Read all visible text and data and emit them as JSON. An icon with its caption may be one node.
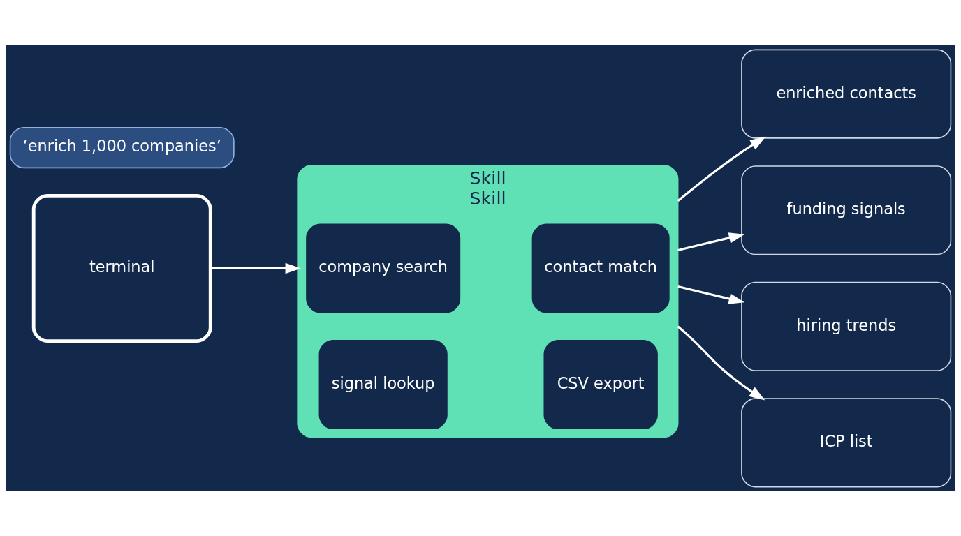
{
  "diagram": {
    "nodes": [
      {
        "text": [
          "terminal"
        ]
      },
      {
        "text": [
          "‘enrich 1,000 companies’"
        ]
      },
      {
        "text": [
          "Skill",
          "Skill"
        ]
      },
      {
        "text": [
          "company search"
        ],
        "in": 2
      },
      {
        "text": [
          "contact match"
        ],
        "in": 2
      },
      {
        "text": [
          "signal lookup"
        ],
        "in": 2
      },
      {
        "text": [
          "CSV export"
        ],
        "in": 2
      },
      {
        "text": [
          "enriched contacts"
        ]
      },
      {
        "text": [
          "funding signals"
        ]
      },
      {
        "text": [
          "hiring trends"
        ]
      },
      {
        "text": [
          "ICP list"
        ]
      }
    ],
    "edges": [
      {
        "from": 0,
        "to": 2,
        "arrow": "to"
      },
      {
        "from": 2,
        "to": 7,
        "arrow": "to"
      },
      {
        "from": 2,
        "to": 8,
        "arrow": "to"
      },
      {
        "from": 2,
        "to": 9,
        "arrow": "to"
      },
      {
        "from": 2,
        "to": 10,
        "arrow": "to"
      }
    ]
  }
}
